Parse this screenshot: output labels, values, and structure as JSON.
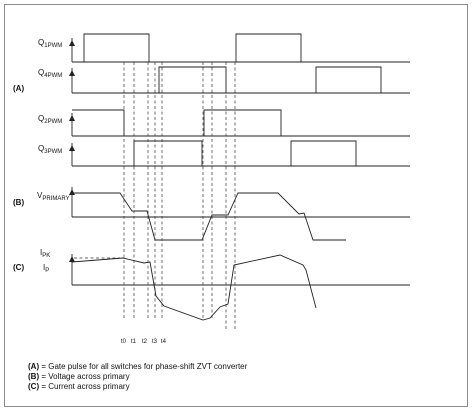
{
  "signals": {
    "q1": {
      "main": "Q",
      "sub": "1PWM"
    },
    "q4": {
      "main": "Q",
      "sub": "4PWM"
    },
    "q2": {
      "main": "Q",
      "sub": "2PWM"
    },
    "q3": {
      "main": "Q",
      "sub": "3PWM"
    },
    "vprimary": {
      "main": "V",
      "sub": "PRIMARY"
    },
    "ipk": {
      "main": "I",
      "sub": "PK"
    },
    "ip": {
      "main": "I",
      "sub": "P"
    }
  },
  "sections": {
    "a": "(A)",
    "b": "(B)",
    "c": "(C)"
  },
  "time_labels": [
    "t0",
    "t1",
    "t2",
    "t3",
    "t4"
  ],
  "legend": [
    {
      "key": "(A)",
      "text": " = Gate pulse for all switches for phase-shift ZVT converter"
    },
    {
      "key": "(B)",
      "text": " = Voltage across primary"
    },
    {
      "key": "(C)",
      "text": " = Current across primary"
    }
  ]
}
